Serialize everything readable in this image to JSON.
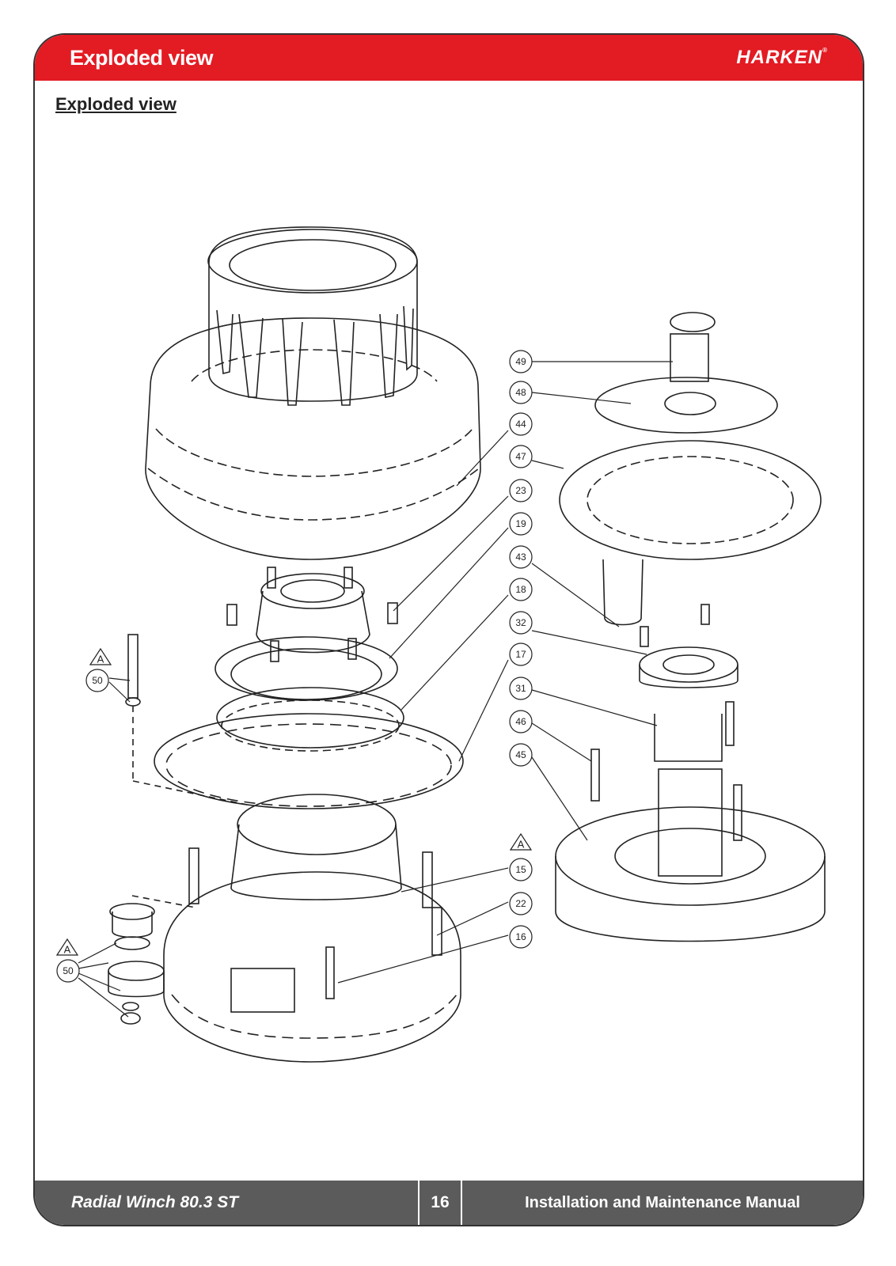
{
  "header": {
    "title": "Exploded view",
    "brand": "HARKEN",
    "brand_mark": "®"
  },
  "section_heading": "Exploded view",
  "callouts": {
    "c49": "49",
    "c48": "48",
    "c44": "44",
    "c47": "47",
    "c23": "23",
    "c19": "19",
    "c43": "43",
    "c18": "18",
    "c32": "32",
    "c17": "17",
    "c31": "31",
    "c46": "46",
    "c45": "45",
    "c15": "15",
    "c22": "22",
    "c16": "16",
    "c50a": "50",
    "c50b": "50"
  },
  "notes": {
    "a1": "A",
    "a2": "A",
    "a3": "A"
  },
  "footer": {
    "product": "Radial Winch 80.3 ST",
    "page_number": "16",
    "manual": "Installation and Maintenance Manual"
  },
  "colors": {
    "accent": "#e31b23",
    "footer": "#5b5b5b"
  }
}
